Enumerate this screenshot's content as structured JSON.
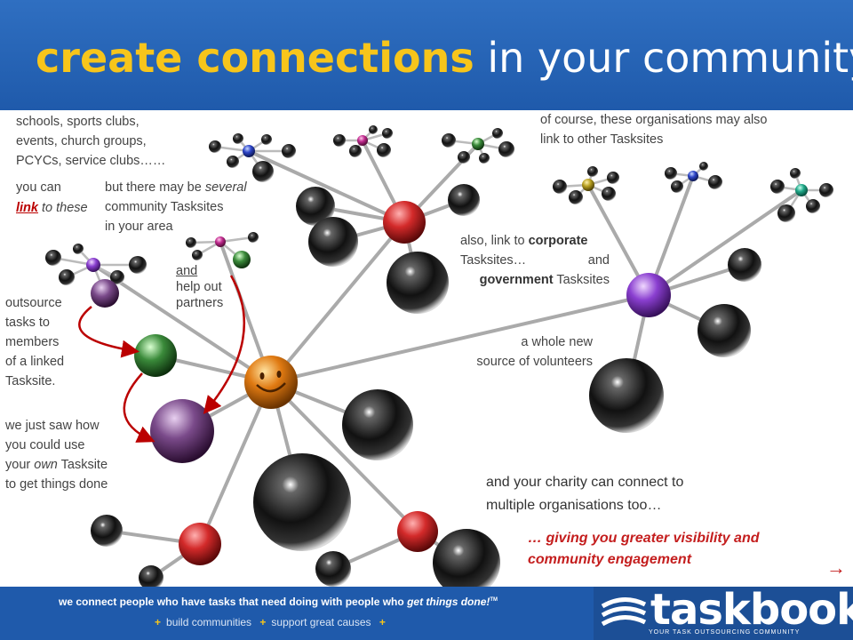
{
  "header": {
    "title_highlight": "create connections",
    "title_rest": " in your community"
  },
  "notes": {
    "schools": [
      "schools, sports clubs,",
      "events, church groups,",
      "PCYCs, service clubs……"
    ],
    "you_can": "you can",
    "link_word": "link",
    "to_these": " to these",
    "but_there": "but there may be ",
    "several": "several",
    "community_tasksites": "community Tasksites",
    "in_your_area": "in your area",
    "and": "and",
    "help_out": "help out",
    "partners": "partners",
    "outsource": [
      "outsource",
      "tasks to",
      "members",
      "of a linked",
      "Tasksite."
    ],
    "just_saw": "we just saw how",
    "could_use": "you could use",
    "your": "your ",
    "own": "own",
    "tasksite": " Tasksite",
    "get_done": "to get things done",
    "of_course": [
      "of course, these organisations may also",
      "link to other Tasksites"
    ],
    "also_link": "also, link to ",
    "corporate": "corporate",
    "tasksites_dots": "Tasksites…",
    "and2": "and",
    "government": "government",
    "tasksites2": " Tasksites",
    "whole_new": "a whole new",
    "volunteers": "source of volunteers",
    "charity": [
      "and your charity can connect to",
      "multiple organisations too…"
    ],
    "visibility": [
      "… giving you greater visibility and",
      "community engagement"
    ]
  },
  "footer": {
    "tagline_prefix": "we connect people who have tasks that need doing with people who ",
    "tagline_italic": "get things done!",
    "tm": "TM",
    "link1": "build communities",
    "link2": "support great causes"
  },
  "logo": {
    "word": "taskbook",
    "registered": "®",
    "sub": "YOUR TASK OUTSOURCING COMMUNITY"
  },
  "nav": {
    "next_arrow": "→"
  },
  "colors": {
    "header_blue": "#1f5aab",
    "title_yellow": "#f7c51b",
    "accent_red": "#c41e1e",
    "hub_orange": "#e07a12",
    "hub_red": "#d32a2a",
    "hub_purple": "#8a3fd0"
  }
}
